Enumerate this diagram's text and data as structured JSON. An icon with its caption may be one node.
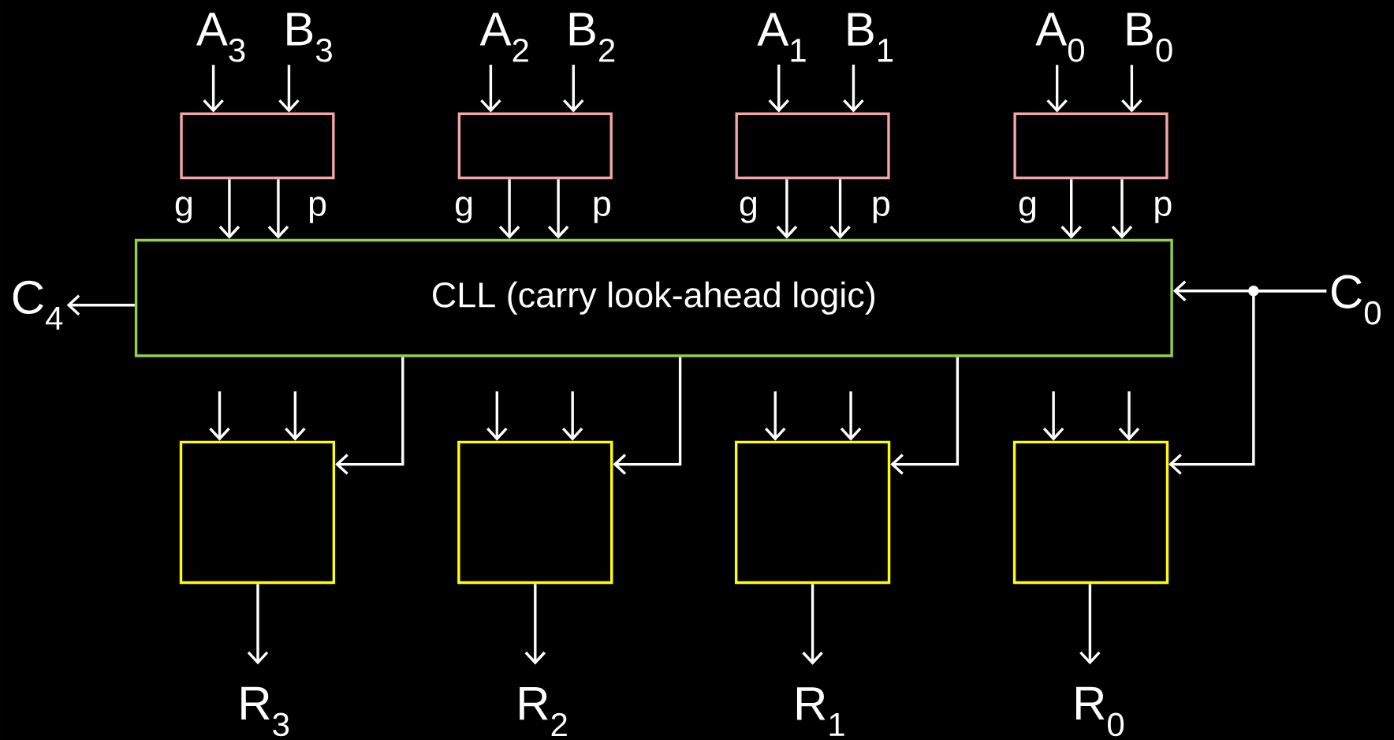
{
  "diagram": {
    "nodes": [
      {
        "text": [
          "A$_{3}$"
        ]
      },
      {
        "text": [
          "B$_{3}$"
        ]
      },
      {
        "text": [
          "A$_{2}$"
        ]
      },
      {
        "text": [
          "B$_{2}$"
        ]
      },
      {
        "text": [
          "A$_{1}$"
        ]
      },
      {
        "text": [
          "B$_{1}$"
        ]
      },
      {
        "text": [
          "A$_{0}$"
        ]
      },
      {
        "text": [
          "B$_{0}$"
        ]
      },
      {
        "text": [],
        "shape": "box"
      },
      {
        "text": [],
        "shape": "box"
      },
      {
        "text": [],
        "shape": "box"
      },
      {
        "text": [],
        "shape": "box"
      },
      {
        "text": [
          "CLL (carry look-ahead logic)"
        ]
      },
      {
        "text": [
          "C$_{4}$"
        ]
      },
      {
        "text": [
          "C$_{0}$"
        ]
      },
      {
        "text": [],
        "shape": "box"
      },
      {
        "text": [],
        "shape": "box"
      },
      {
        "text": [],
        "shape": "box"
      },
      {
        "text": [],
        "shape": "box"
      },
      {
        "text": [
          "R$_{3}$"
        ]
      },
      {
        "text": [
          "R$_{2}$"
        ]
      },
      {
        "text": [
          "R$_{1}$"
        ]
      },
      {
        "text": [
          "R$_{0}$"
        ]
      }
    ],
    "edges": [
      {
        "from": 0,
        "to": 8,
        "arrow": "to"
      },
      {
        "from": 1,
        "to": 8,
        "arrow": "to"
      },
      {
        "from": 2,
        "to": 9,
        "arrow": "to"
      },
      {
        "from": 3,
        "to": 9,
        "arrow": "to"
      },
      {
        "from": 4,
        "to": 10,
        "arrow": "to"
      },
      {
        "from": 5,
        "to": 10,
        "arrow": "to"
      },
      {
        "from": 6,
        "to": 11,
        "arrow": "to"
      },
      {
        "from": 7,
        "to": 11,
        "arrow": "to"
      },
      {
        "from": 8,
        "to": 12,
        "arrow": "to",
        "label": "g"
      },
      {
        "from": 8,
        "to": 12,
        "arrow": "to",
        "label": "p"
      },
      {
        "from": 9,
        "to": 12,
        "arrow": "to",
        "label": "g"
      },
      {
        "from": 9,
        "to": 12,
        "arrow": "to",
        "label": "p"
      },
      {
        "from": 10,
        "to": 12,
        "arrow": "to",
        "label": "g"
      },
      {
        "from": 10,
        "to": 12,
        "arrow": "to",
        "label": "p"
      },
      {
        "from": 11,
        "to": 12,
        "arrow": "to",
        "label": "g"
      },
      {
        "from": 11,
        "to": 12,
        "arrow": "to",
        "label": "p"
      },
      {
        "from": 12,
        "to": 13,
        "arrow": "to"
      },
      {
        "from": 14,
        "to": 12,
        "arrow": "to"
      },
      {
        "from": 12,
        "to": 15,
        "arrow": "to"
      },
      {
        "from": 12,
        "to": 16,
        "arrow": "to"
      },
      {
        "from": 12,
        "to": 17,
        "arrow": "to"
      },
      {
        "from": 14,
        "to": 18,
        "arrow": "to"
      },
      {
        "from": null,
        "to": 15,
        "arrow": "to"
      },
      {
        "from": null,
        "to": 15,
        "arrow": "to"
      },
      {
        "from": null,
        "to": 16,
        "arrow": "to"
      },
      {
        "from": null,
        "to": 16,
        "arrow": "to"
      },
      {
        "from": null,
        "to": 17,
        "arrow": "to"
      },
      {
        "from": null,
        "to": 17,
        "arrow": "to"
      },
      {
        "from": null,
        "to": 18,
        "arrow": "to"
      },
      {
        "from": null,
        "to": 18,
        "arrow": "to"
      },
      {
        "from": 15,
        "to": 19,
        "arrow": "to"
      },
      {
        "from": 16,
        "to": 20,
        "arrow": "to"
      },
      {
        "from": 17,
        "to": 21,
        "arrow": "to"
      },
      {
        "from": 18,
        "to": 22,
        "arrow": "to"
      }
    ]
  }
}
